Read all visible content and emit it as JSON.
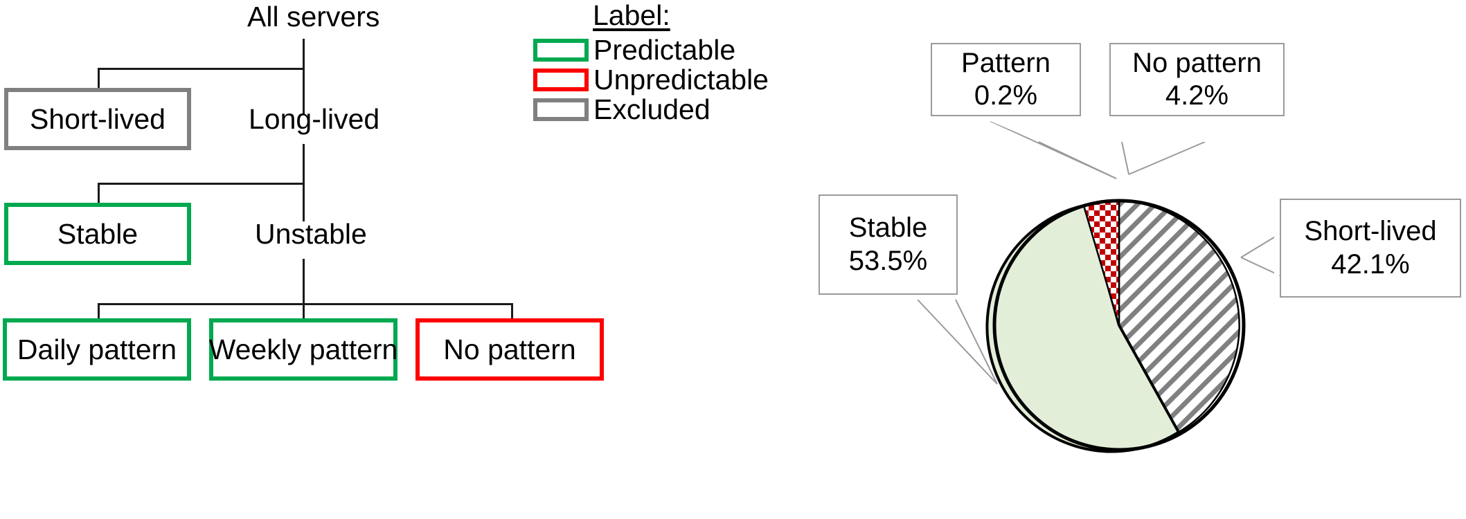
{
  "tree": {
    "root_label": "All servers",
    "branch_labels": [
      "Long-lived",
      "Unstable"
    ],
    "nodes": [
      {
        "label": "Short-lived",
        "category": "Excluded"
      },
      {
        "label": "Stable",
        "category": "Predictable"
      },
      {
        "label": "Daily pattern",
        "category": "Predictable"
      },
      {
        "label": "Weekly pattern",
        "category": "Predictable"
      },
      {
        "label": "No pattern",
        "category": "Unpredictable"
      }
    ]
  },
  "legend": {
    "title": "Label:",
    "items": [
      {
        "label": "Predictable",
        "color": "#00A94F"
      },
      {
        "label": "Unpredictable",
        "color": "#FF0000"
      },
      {
        "label": "Excluded",
        "color": "#808080"
      }
    ]
  },
  "chart_data": {
    "type": "pie",
    "title": "",
    "labels": [
      "Stable",
      "Pattern",
      "No pattern",
      "Short-lived"
    ],
    "values": [
      53.5,
      0.2,
      4.2,
      42.1
    ],
    "value_labels": [
      "53.5%",
      "0.2%",
      "4.2%",
      "42.1%"
    ],
    "fills": [
      "solid-light-green",
      "solid-light-green",
      "red-checkerboard",
      "gray-diagonal-hatch"
    ],
    "colors": [
      "#E2EED8",
      "#E2EED8",
      "#C00000",
      "#808080"
    ],
    "legend": "callouts",
    "grid": false
  },
  "callouts": [
    {
      "name": "Pattern",
      "value": "0.2%"
    },
    {
      "name": "No pattern",
      "value": "4.2%"
    },
    {
      "name": "Stable",
      "value": "53.5%"
    },
    {
      "name": "Short-lived",
      "value": "42.1%"
    }
  ]
}
